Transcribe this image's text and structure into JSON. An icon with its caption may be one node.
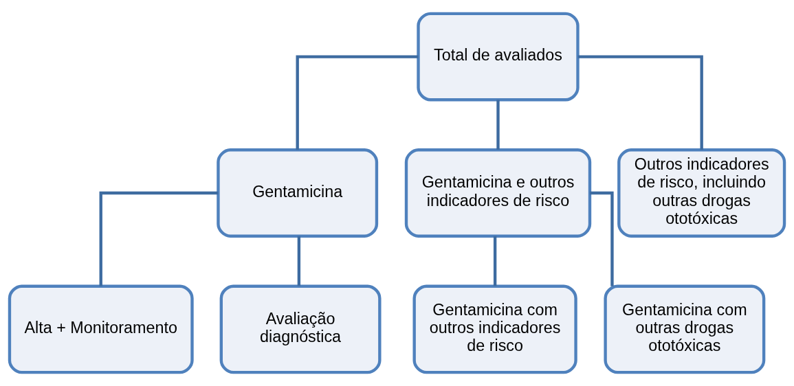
{
  "diagram": {
    "nodes": [
      {
        "text": [
          "Total de avaliados"
        ]
      },
      {
        "text": [
          "Gentamicina"
        ]
      },
      {
        "text": [
          "Gentamicina e outros indicadores de risco"
        ]
      },
      {
        "text": [
          "Outros indicadores de risco, incluindo outras drogas ototóxicas"
        ]
      },
      {
        "text": [
          "Alta + Monitoramento"
        ]
      },
      {
        "text": [
          "Avaliação diagnóstica"
        ]
      },
      {
        "text": [
          "Gentamicina com outros indicadores de risco"
        ]
      },
      {
        "text": [
          "Gentamicina com outras drogas ototóxicas"
        ]
      }
    ],
    "edges": [
      {
        "from": 0,
        "to": 1,
        "arrow": "none"
      },
      {
        "from": 0,
        "to": 2,
        "arrow": "none"
      },
      {
        "from": 0,
        "to": 3,
        "arrow": "none"
      },
      {
        "from": 1,
        "to": 4,
        "arrow": "none"
      },
      {
        "from": 1,
        "to": 5,
        "arrow": "none"
      },
      {
        "from": 2,
        "to": 6,
        "arrow": "none"
      },
      {
        "from": 2,
        "to": 7,
        "arrow": "none"
      }
    ]
  }
}
